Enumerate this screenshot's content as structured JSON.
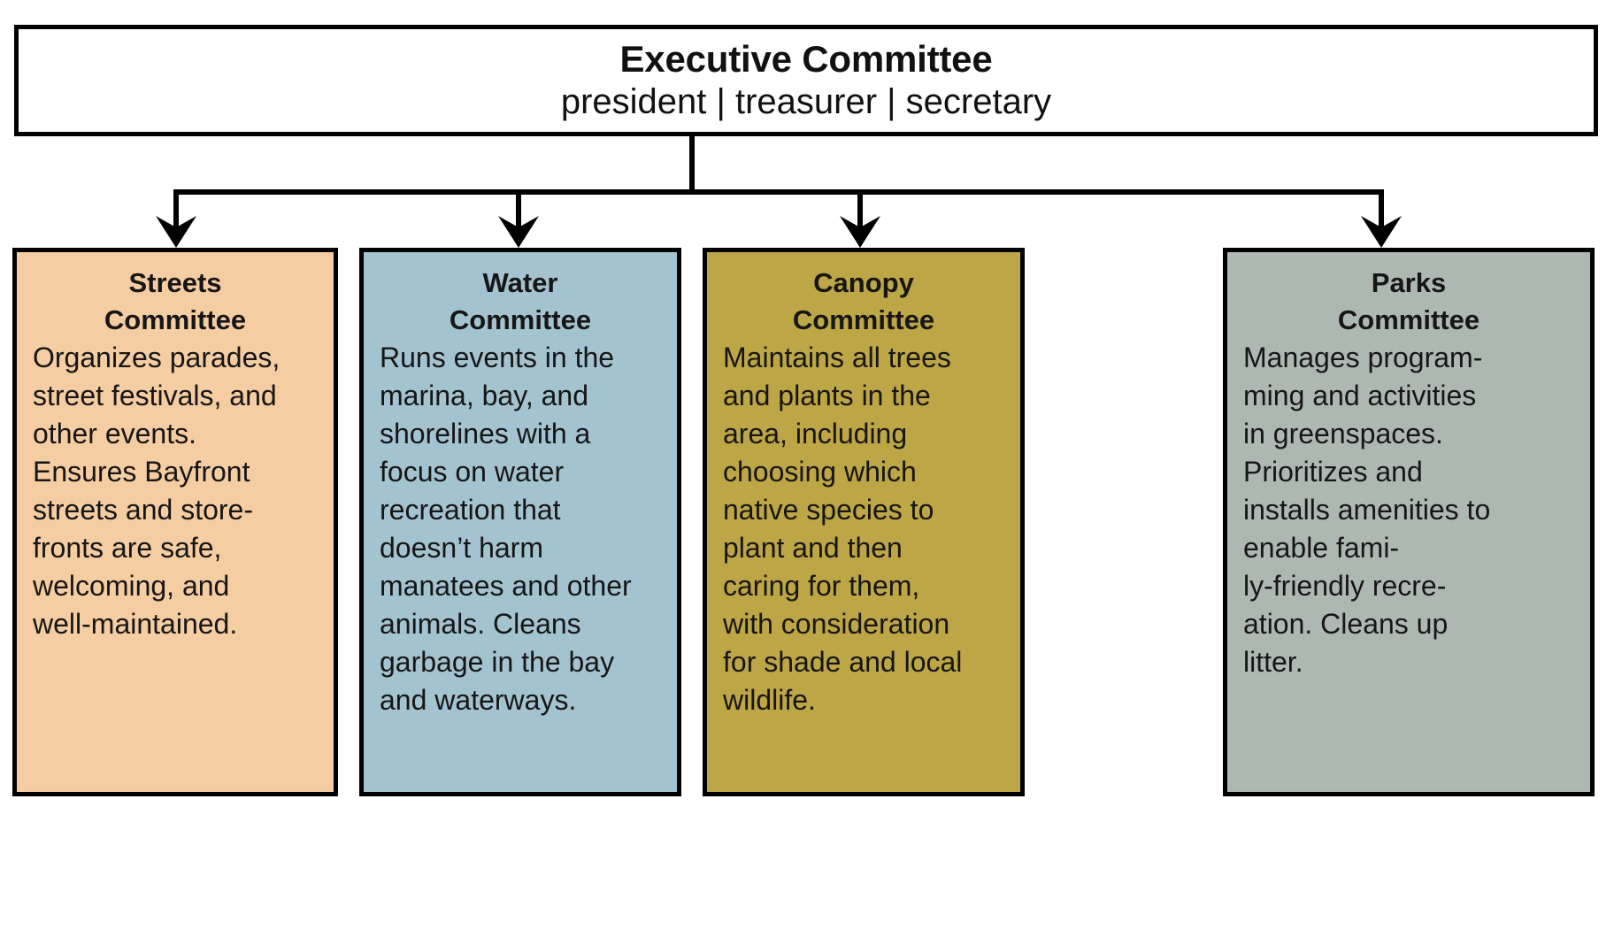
{
  "diagram": {
    "type": "organizational-chart",
    "root": {
      "title": "Executive Committee",
      "subtitle": "president | treasurer | secretary",
      "fill": "#ffffff",
      "border": "#000000"
    },
    "connector_color": "#000000",
    "children": [
      {
        "id": "streets",
        "title": "Streets\nCommittee",
        "description": "Organizes parades,\nstreet festivals, and\nother events.\nEnsures Bayfront\nstreets and store-\nfronts are safe,\nwelcoming, and\nwell-maintained.",
        "fill": "#f5cda2",
        "border": "#000000"
      },
      {
        "id": "water",
        "title": "Water\nCommittee",
        "description": "Runs events in the\nmarina, bay, and\nshorelines with a\nfocus on water\nrecreation that\ndoesn’t harm\nmanatees and other\nanimals. Cleans\ngarbage in the bay\nand waterways.",
        "fill": "#a4c3d1",
        "border": "#000000"
      },
      {
        "id": "canopy",
        "title": "Canopy\nCommittee",
        "description": "Maintains all trees\nand plants in the\narea, including\nchoosing which\nnative species to\nplant and then\ncaring for them,\nwith consideration\nfor shade and local\nwildlife.",
        "fill": "#bda645",
        "border": "#000000"
      },
      {
        "id": "parks",
        "title": "Parks\nCommittee",
        "description": "Manages program-\nming and activities\nin greenspaces.\nPrioritizes and\ninstalls amenities to\nenable fami-\nly-friendly recre-\nation. Cleans up\nlitter.",
        "fill": "#aeb8b2",
        "border": "#000000"
      }
    ]
  }
}
